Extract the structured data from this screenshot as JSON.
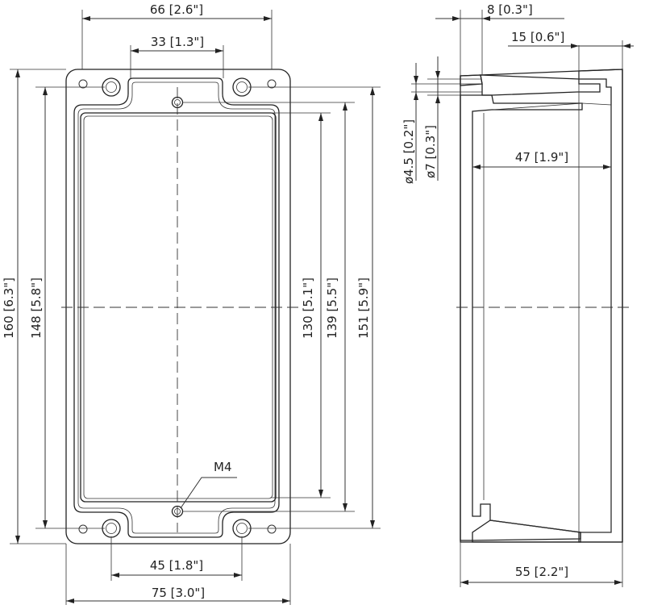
{
  "front_view": {
    "dim_overall_width": "75 [3.0\"]",
    "dim_top_width": "66 [2.6\"]",
    "dim_top_inner": "33 [1.3\"]",
    "dim_bottom_inner": "45 [1.8\"]",
    "dim_height_160": "160 [6.3\"]",
    "dim_height_148": "148 [5.8\"]",
    "dim_height_130": "130 [5.1\"]",
    "dim_height_139": "139 [5.5\"]",
    "dim_height_151": "151 [5.9\"]",
    "thread_label": "M4"
  },
  "side_view": {
    "dim_top_8": "8 [0.3\"]",
    "dim_top_15": "15 [0.6\"]",
    "dim_inner_47": "47 [1.9\"]",
    "dim_bottom_55": "55 [2.2\"]",
    "dim_hole_small": "ø4.5 [0.2\"]",
    "dim_hole_large": "ø7 [0.3\"]"
  }
}
